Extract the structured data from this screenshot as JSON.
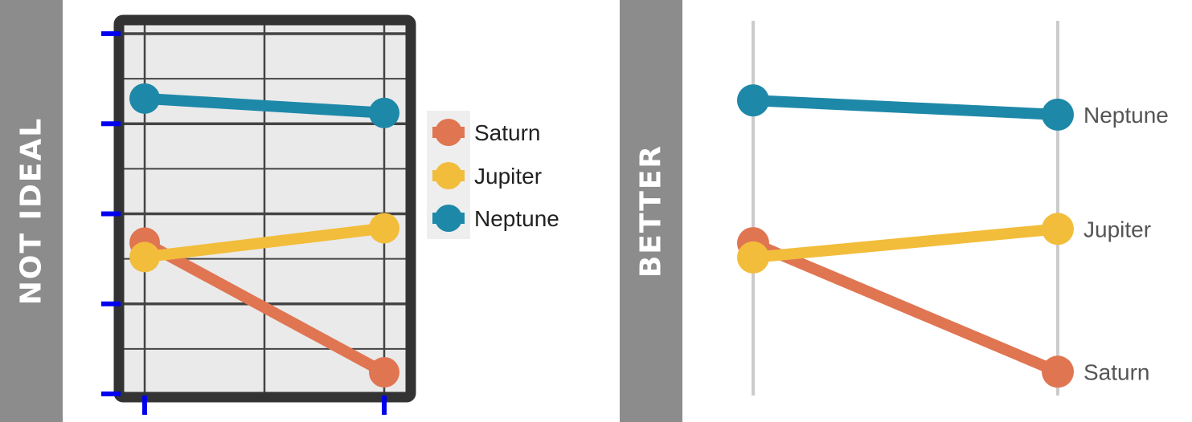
{
  "panels": {
    "left_label": "NOT IDEAL",
    "right_label": "BETTER"
  },
  "colors": {
    "Saturn": "#e07552",
    "Jupiter": "#f2bd3b",
    "Neptune": "#1e88a8",
    "band": "#8c8c8c",
    "frame": "#333333",
    "plot_bg": "#eaeaea",
    "tick": "#0000ee"
  },
  "chart_data": [
    {
      "type": "line",
      "variant": "not-ideal",
      "x": [
        0,
        1
      ],
      "ylim": [
        0,
        100
      ],
      "grid": true,
      "legend": "right",
      "series": [
        {
          "name": "Saturn",
          "values": [
            42,
            6
          ]
        },
        {
          "name": "Jupiter",
          "values": [
            38,
            46
          ]
        },
        {
          "name": "Neptune",
          "values": [
            82,
            78
          ]
        }
      ],
      "legend_entries": [
        "Saturn",
        "Jupiter",
        "Neptune"
      ]
    },
    {
      "type": "line",
      "variant": "slope-graph",
      "x": [
        0,
        1
      ],
      "ylim": [
        0,
        100
      ],
      "grid": false,
      "legend": "none",
      "series": [
        {
          "name": "Saturn",
          "values": [
            42,
            6
          ]
        },
        {
          "name": "Jupiter",
          "values": [
            38,
            46
          ]
        },
        {
          "name": "Neptune",
          "values": [
            82,
            78
          ]
        }
      ],
      "end_labels": [
        "Neptune",
        "Jupiter",
        "Saturn"
      ]
    }
  ]
}
